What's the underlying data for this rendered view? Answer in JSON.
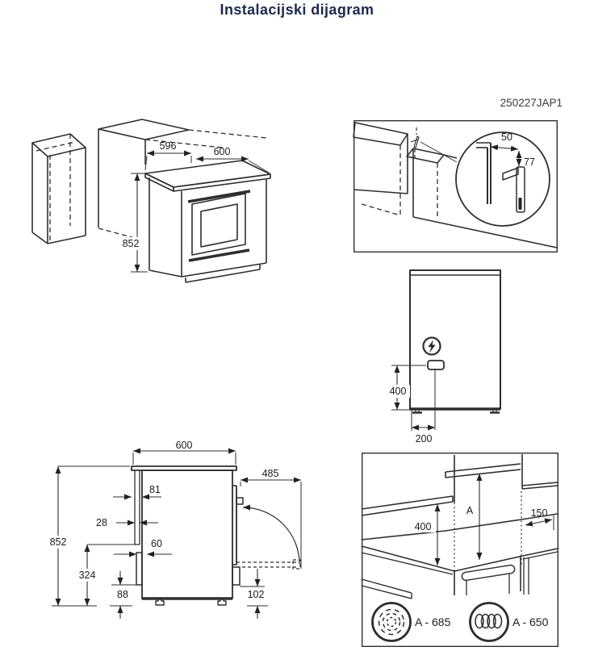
{
  "title": "Instalacijski dijagram",
  "doc_code": "250227JAP1",
  "colors": {
    "title_navy": "#1b2a4e",
    "line_dark": "#2e2e2e"
  },
  "drawings": {
    "iso_niche": {
      "description": "cooker between kitchen cabinets, isometric view",
      "dims": {
        "depth": "596",
        "width": "600",
        "height": "852"
      }
    },
    "bracket_detail": {
      "description": "anti-tilt bracket mounting detail with magnifier circle",
      "dims": {
        "gap": "50",
        "drop": "77"
      }
    },
    "rear_view": {
      "description": "rear view with electrical connection position",
      "symbol": "electrical-connection",
      "dims": {
        "conn_height": "400",
        "conn_offset": "200"
      }
    },
    "side_view": {
      "description": "side profile with open door swing",
      "dims": {
        "width": "600",
        "door_swing": "485",
        "top_offset": "81",
        "rail": "28",
        "height": "852",
        "spacer": "60",
        "lower": "324",
        "rear_clearance": "88",
        "front_clearance": "102"
      }
    },
    "clearance": {
      "description": "minimum clearances above hob",
      "dims": {
        "shelf": "400",
        "hood": "A",
        "side": "150"
      },
      "legend": [
        {
          "icon": "fan-symbol",
          "value": "A - 685"
        },
        {
          "icon": "coil-symbol",
          "value": "A - 650"
        }
      ]
    }
  }
}
